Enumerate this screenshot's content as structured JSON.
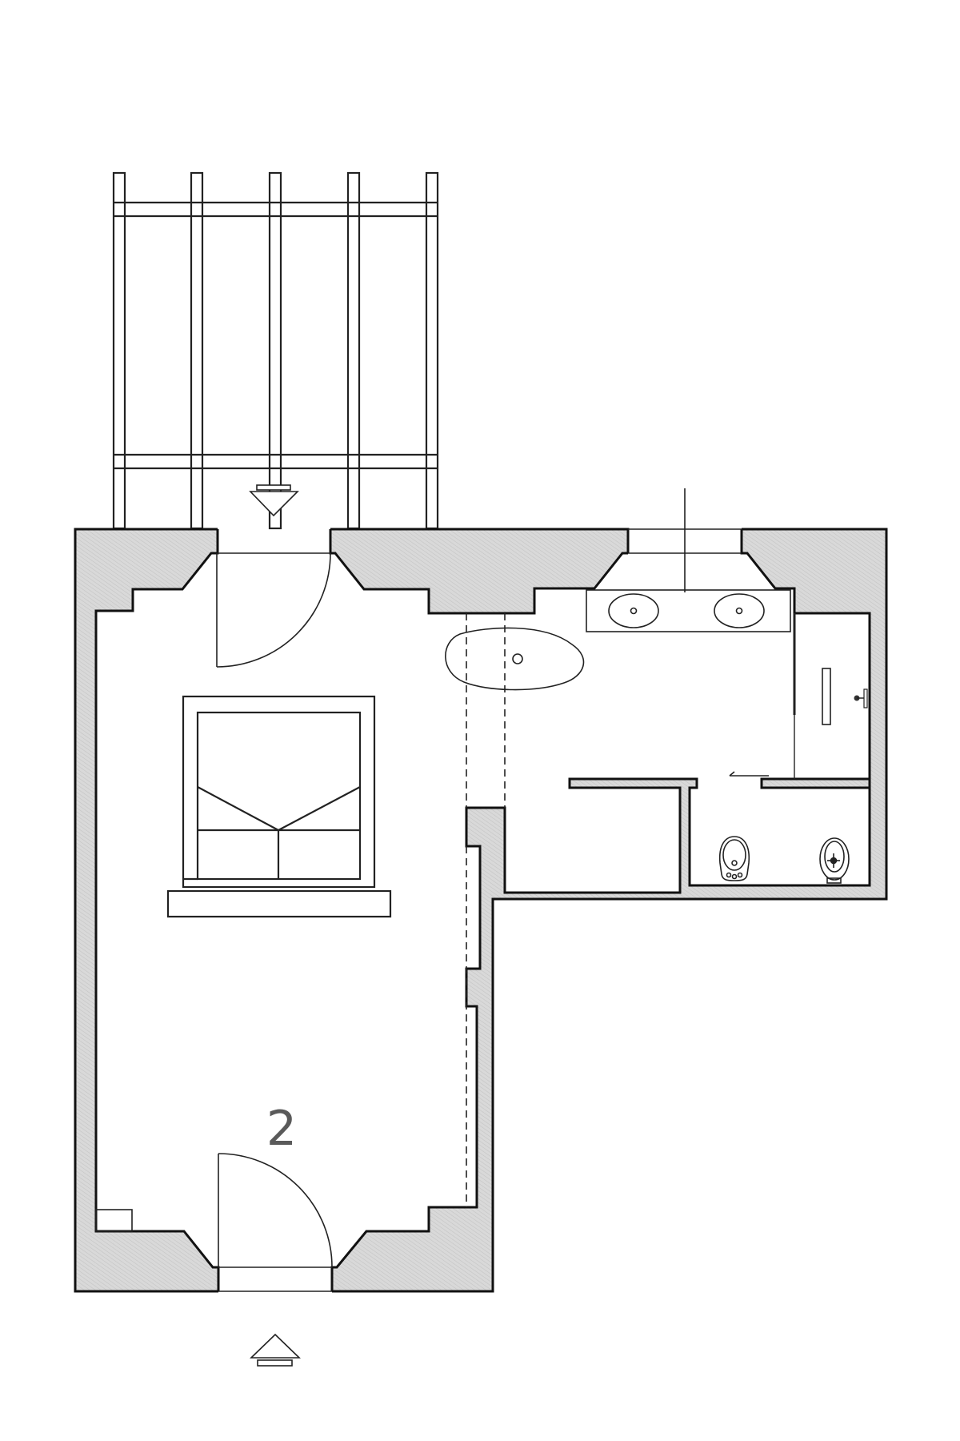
{
  "plan": {
    "room_number": "2",
    "colors": {
      "wall_fill": "#d9d9d9",
      "wall_hatch": "#bdbdbd",
      "line": "#111111",
      "label": "#5a5a5a",
      "background": "#ffffff"
    },
    "elements": [
      {
        "name": "pergola",
        "posts": 5,
        "beams": 2
      },
      {
        "name": "terrace-entry-arrow",
        "direction": "down"
      },
      {
        "name": "bedroom",
        "label": "2"
      },
      {
        "name": "double-bed",
        "pillows": 2
      },
      {
        "name": "bench"
      },
      {
        "name": "freestanding-bathtub"
      },
      {
        "name": "double-vanity",
        "sinks": 2
      },
      {
        "name": "walk-in-shower"
      },
      {
        "name": "toilet"
      },
      {
        "name": "bidet"
      },
      {
        "name": "entry-door"
      },
      {
        "name": "terrace-door"
      },
      {
        "name": "main-entry-arrow",
        "direction": "up"
      }
    ]
  }
}
